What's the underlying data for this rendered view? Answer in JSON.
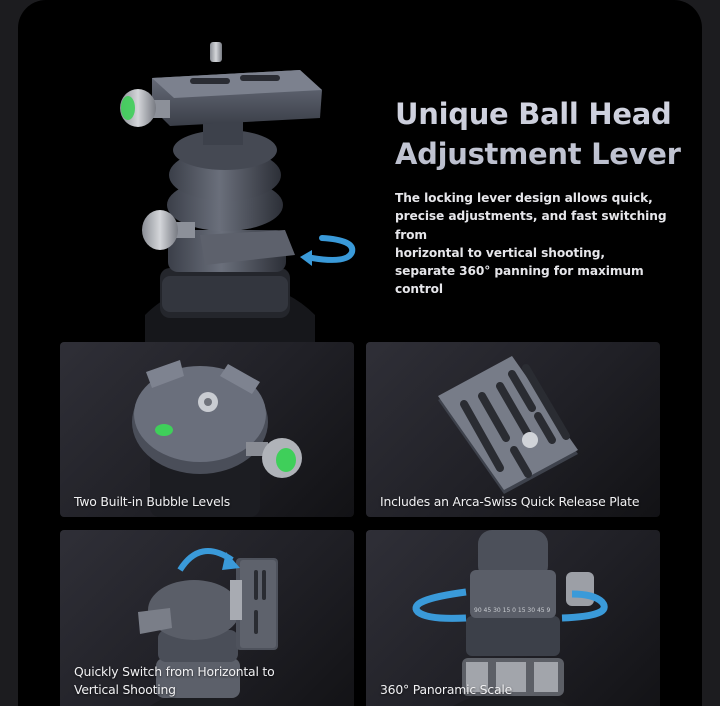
{
  "hero": {
    "title_line1": "Unique Ball Head",
    "title_line2": "Adjustment Lever",
    "description_lines": [
      "The locking lever design allows quick,",
      "precise adjustments, and fast switching from",
      "horizontal to vertical shooting,",
      "separate 360° panning for maximum control"
    ],
    "image": "ball-head-lever-product-photo"
  },
  "cards": [
    {
      "caption": "Two Built-in Bubble Levels",
      "image": "bubble-levels-closeup"
    },
    {
      "caption": "Includes an Arca-Swiss Quick Release Plate",
      "image": "quick-release-plate"
    },
    {
      "caption_line1": "Quickly Switch from Horizontal to",
      "caption_line2": "Vertical Shooting",
      "image": "vertical-switch-closeup"
    },
    {
      "caption": "360° Panoramic Scale",
      "image": "panoramic-scale-closeup"
    }
  ],
  "colors": {
    "background": "#000000",
    "outer_frame": "#1c1c1f",
    "card": "#2b2b33",
    "accent_arrow": "#3a9ad9",
    "bubble_green": "#3fcf5a"
  }
}
